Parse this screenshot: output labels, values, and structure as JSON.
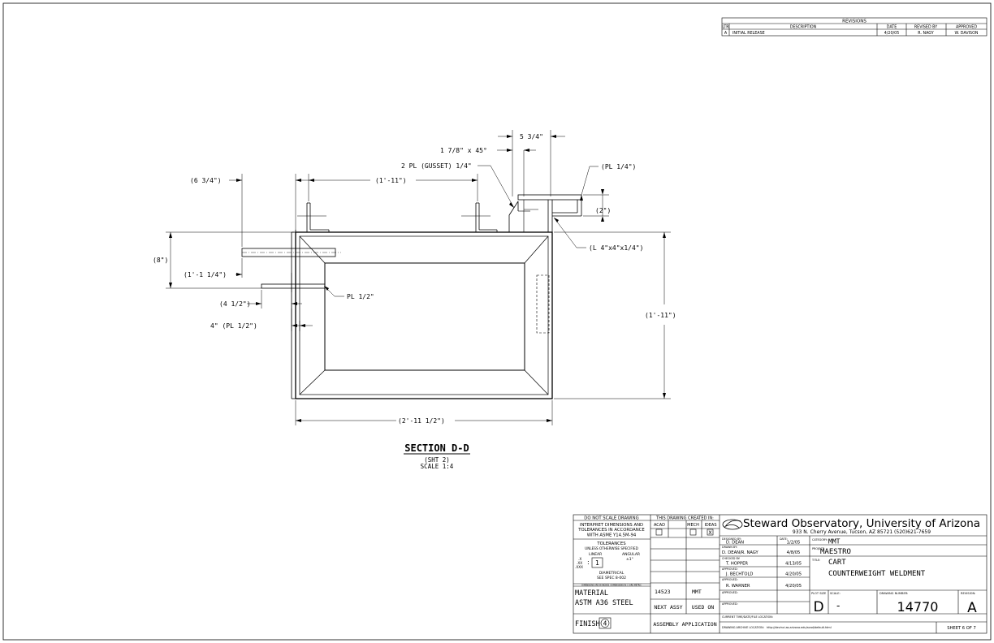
{
  "revisions": {
    "title": "REVISIONS",
    "headers": [
      "LTR",
      "DESCRIPTION",
      "DATE",
      "REVISED BY",
      "APPROVED"
    ],
    "rows": [
      [
        "A",
        "INITIAL RELEASE",
        "4/20/05",
        "R. NAGY",
        "W. DAVISON"
      ]
    ]
  },
  "dims": {
    "d_5_3_4": "5 3/4\"",
    "d_chamfer": "1 7/8\" x 45°",
    "d_gusset": "2 PL (GUSSET) 1/4\"",
    "d_pl14": "(PL 1/4\")",
    "d_6_3_4": "(6 3/4\")",
    "d_1_11_top": "(1'-11\")",
    "d_2": "(2\")",
    "d_angle": "(L 4\"x4\"x1/4\")",
    "d_8": "(8\")",
    "d_1_1_1_4": "(1'-1 1/4\")",
    "d_pl12": "PL 1/2\"",
    "d_4_1_2": "(4 1/2\")",
    "d_4_pl12": "4\" (PL 1/2\")",
    "d_1_11_right": "(1'-11\")",
    "d_bottom": "(2'-11 1/2\")"
  },
  "section": {
    "title": "SECTION D-D",
    "sheet": "(SHT 2)",
    "scale": "SCALE 1:4"
  },
  "notes": {
    "l1": "DO NOT SCALE DRAWING",
    "l2": "INTERPRET DIMENSIONS AND",
    "l3": "TOLERANCES IN ACCORDANCE",
    "l4": "WITH ASME Y14.5M-94",
    "tol": "TOLERANCES",
    "unless": "UNLESS OTHERWISE SPECIFIED",
    "linear": "LINEAR",
    "angular": "ANGULAR",
    "ang_val": "±1°",
    "dec1": ".X",
    "dec2": ".XX",
    "dec3": ".XXX",
    "tol_sym": "1",
    "diametrical": "DIAMETRICAL",
    "spec": "SEE SPEC 8-002",
    "small": "DIMENSIONS ARE IN INCHES / DIMENSIONS IN [ ] ARE METRIC",
    "material_label": "MATERIAL",
    "material": "ASTM A36 STEEL",
    "finish_label": "FINISH",
    "finish_num": "4"
  },
  "created": {
    "title": "THIS DRAWING CREATED IN:",
    "opts": [
      "ACAD",
      "MECH",
      "IDEAS"
    ],
    "mark": "X",
    "nextassy_val": "14523",
    "usedon_val": "MMT",
    "nextassy": "NEXT ASSY",
    "usedon": "USED ON",
    "application": "ASSEMBLY APPLICATION"
  },
  "org": {
    "name": "Steward Observatory, University of Arizona",
    "address": "933 N. Cherry Avenue, Tucson, AZ  85721   (520)621-7659"
  },
  "signoff": {
    "designed_label": "DESIGNED BY:",
    "designed": "D. DEAN",
    "date_label": "DATE:",
    "designed_date": "1/2/05",
    "drawn_label": "DRAWN BY:",
    "drawn": "D. DEAN/R. NAGY",
    "drawn_date": "4/8/05",
    "checked_label": "CHECKED BY:",
    "checked": "T. HOPPER",
    "checked_date": "4/13/05",
    "approved_label": "APPROVED:",
    "approved1": "J. BECHTOLD",
    "approved1_date": "4/20/05",
    "approved2": "R. WARNER",
    "approved2_date": "4/20/05"
  },
  "titleblock": {
    "category_label": "CATEGORY:",
    "category": "MMT",
    "project_label": "PROJECT:",
    "project": "MAESTRO",
    "title_label": "TITLE:",
    "title1": "CART",
    "title2": "COUNTERWEIGHT WELDMENT",
    "plotsize_label": "PLOT SIZE",
    "plotsize": "D",
    "scale_label": "SCALE:",
    "scale": "-",
    "dwgnum_label": "DRAWING NUMBER:",
    "dwgnum": "14770",
    "rev_label": "REVISION:",
    "rev": "A",
    "current_label": "CURRENT TIME/DATE/FILE LOCATION:",
    "archive_label": "DRAWING ARCHIVE LOCATION:",
    "archive": "http://devinci.as.arizona.edu/acad/default.html",
    "sheet": "SHEET 6 OF 7"
  }
}
